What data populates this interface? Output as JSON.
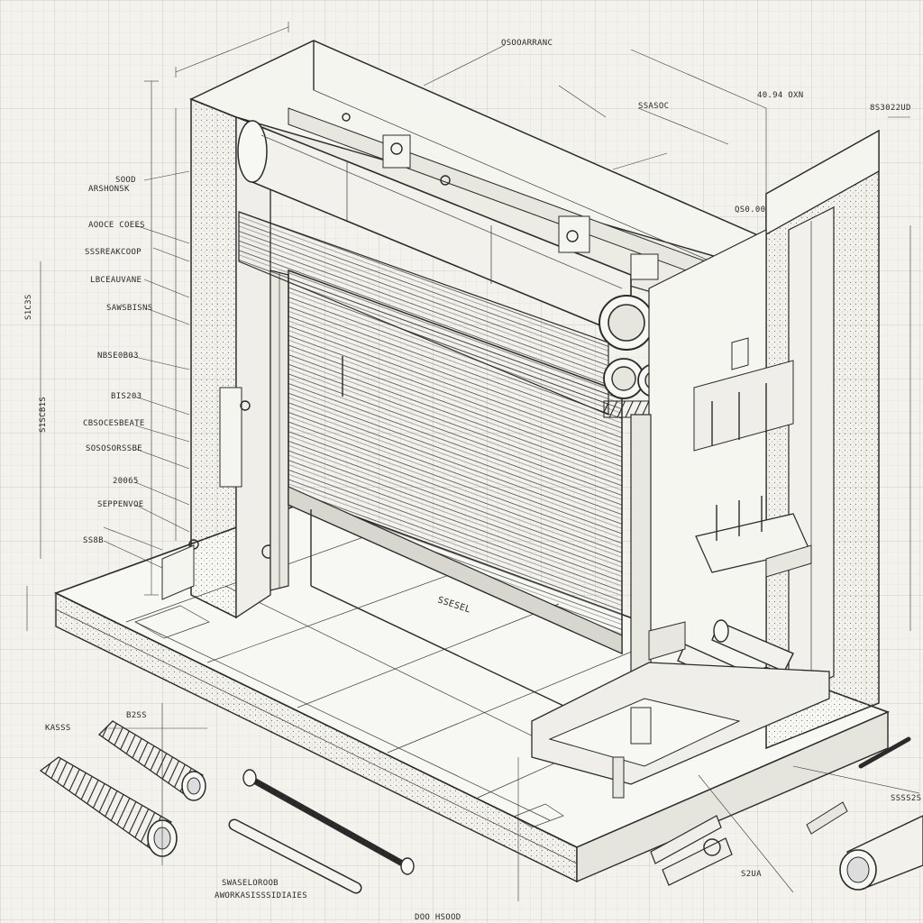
{
  "labels": {
    "top_1": "OSOOARRANC",
    "top_2": "SSASOC",
    "top_3": "40.94 OXN",
    "top_4": "8S3022UD",
    "top_5": "QS0.00",
    "left_1": "SOOD",
    "left_2": "ARSHONSK",
    "left_3": "AOOCE COEES",
    "left_4": "SSSREAKCOOP",
    "left_5": "LBCEAUVANE",
    "left_6": "SAWSBISNS",
    "left_7": "NBSE0B03",
    "left_8": "BIS203",
    "left_9": "CBSOCESBEATE",
    "left_10": "SOSOSORSSBE",
    "left_11": "20065",
    "left_12": "SEPPENVOE",
    "left_13": "SS8B",
    "left_vert_1": "S1C3S",
    "left_vert_2": "S1SCB1S",
    "bottom_1": "KASSS",
    "bottom_2": "B2SS",
    "bottom_3": "SWASELOROOB",
    "bottom_4": "AWORKASISSSIDIAIES",
    "bottom_5": "DOO HSOOD",
    "right_1": "SSSS2S",
    "right_2": "S2UA",
    "door_mark": "SSESEL"
  }
}
